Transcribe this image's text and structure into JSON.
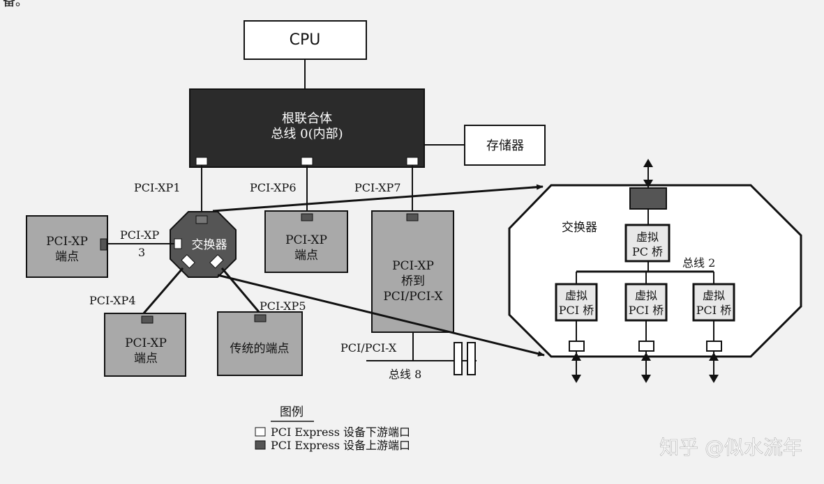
{
  "top_fragment": "备。",
  "cpu": {
    "label": "CPU"
  },
  "root_complex": {
    "line1": "根联合体",
    "line2": "总线 0(内部)"
  },
  "memory": {
    "label": "存储器"
  },
  "ports": {
    "p1": "PCI-XP1",
    "p6": "PCI-XP6",
    "p7": "PCI-XP7",
    "p3_line1": "PCI-XP",
    "p3_line2": "3",
    "p4": "PCI-XP4",
    "p5": "PCI-XP5"
  },
  "switch": {
    "label": "交换器"
  },
  "endpoints": {
    "left": {
      "line1": "PCI-XP",
      "line2": "端点"
    },
    "middle": {
      "line1": "PCI-XP",
      "line2": "端点"
    },
    "bottom_left": {
      "line1": "PCI-XP",
      "line2": "端点"
    },
    "legacy": {
      "label": "传统的端点"
    }
  },
  "bridge": {
    "line1": "PCI-XP",
    "line2": "桥到",
    "line3": "PCI/PCI-X"
  },
  "pci_bus": {
    "label": "PCI/PCI-X",
    "bus_label": "总线 8"
  },
  "detail": {
    "title": "交换器",
    "vpc_bridge": {
      "line1": "虚拟",
      "line2": "PC 桥"
    },
    "bus_label": "总线 2",
    "vpci_bridges": [
      {
        "line1": "虚拟",
        "line2": "PCI 桥"
      },
      {
        "line1": "虚拟",
        "line2": "PCI 桥"
      },
      {
        "line1": "虚拟",
        "line2": "PCI 桥"
      }
    ]
  },
  "legend": {
    "title": "图例",
    "downstream": "PCI Express 设备下游端口",
    "upstream": "PCI Express 设备上游端口"
  },
  "watermark": "知乎 @似水流年",
  "colors": {
    "background": "#f2f2f2",
    "root_complex_fill": "#2b2b2b",
    "device_fill": "#a9a9a9",
    "detail_box_fill": "#e8e8e8",
    "upstream_port": "#555555",
    "downstream_port": "#ffffff",
    "line": "#111111"
  }
}
